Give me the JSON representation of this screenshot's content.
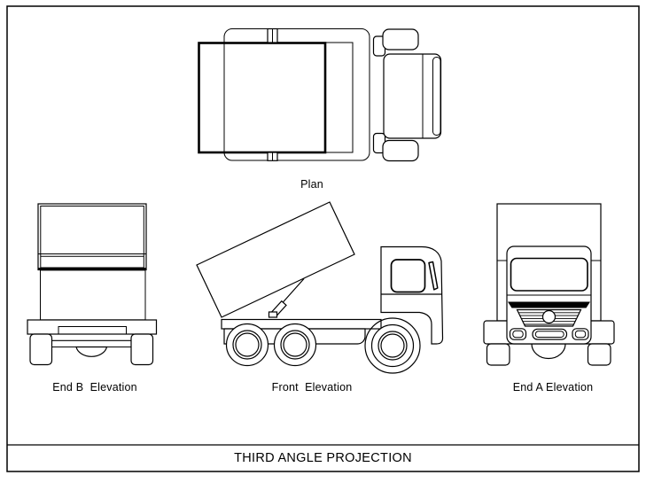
{
  "sheet": {
    "background": "#ffffff",
    "line_color": "#000000",
    "title_block": {
      "title": "THIRD ANGLE PROJECTION"
    },
    "views": {
      "plan": {
        "label": "Plan"
      },
      "end_b": {
        "label": "End B  Elevation"
      },
      "front": {
        "label": "Front  Elevation"
      },
      "end_a": {
        "label": "End A Elevation"
      }
    }
  }
}
